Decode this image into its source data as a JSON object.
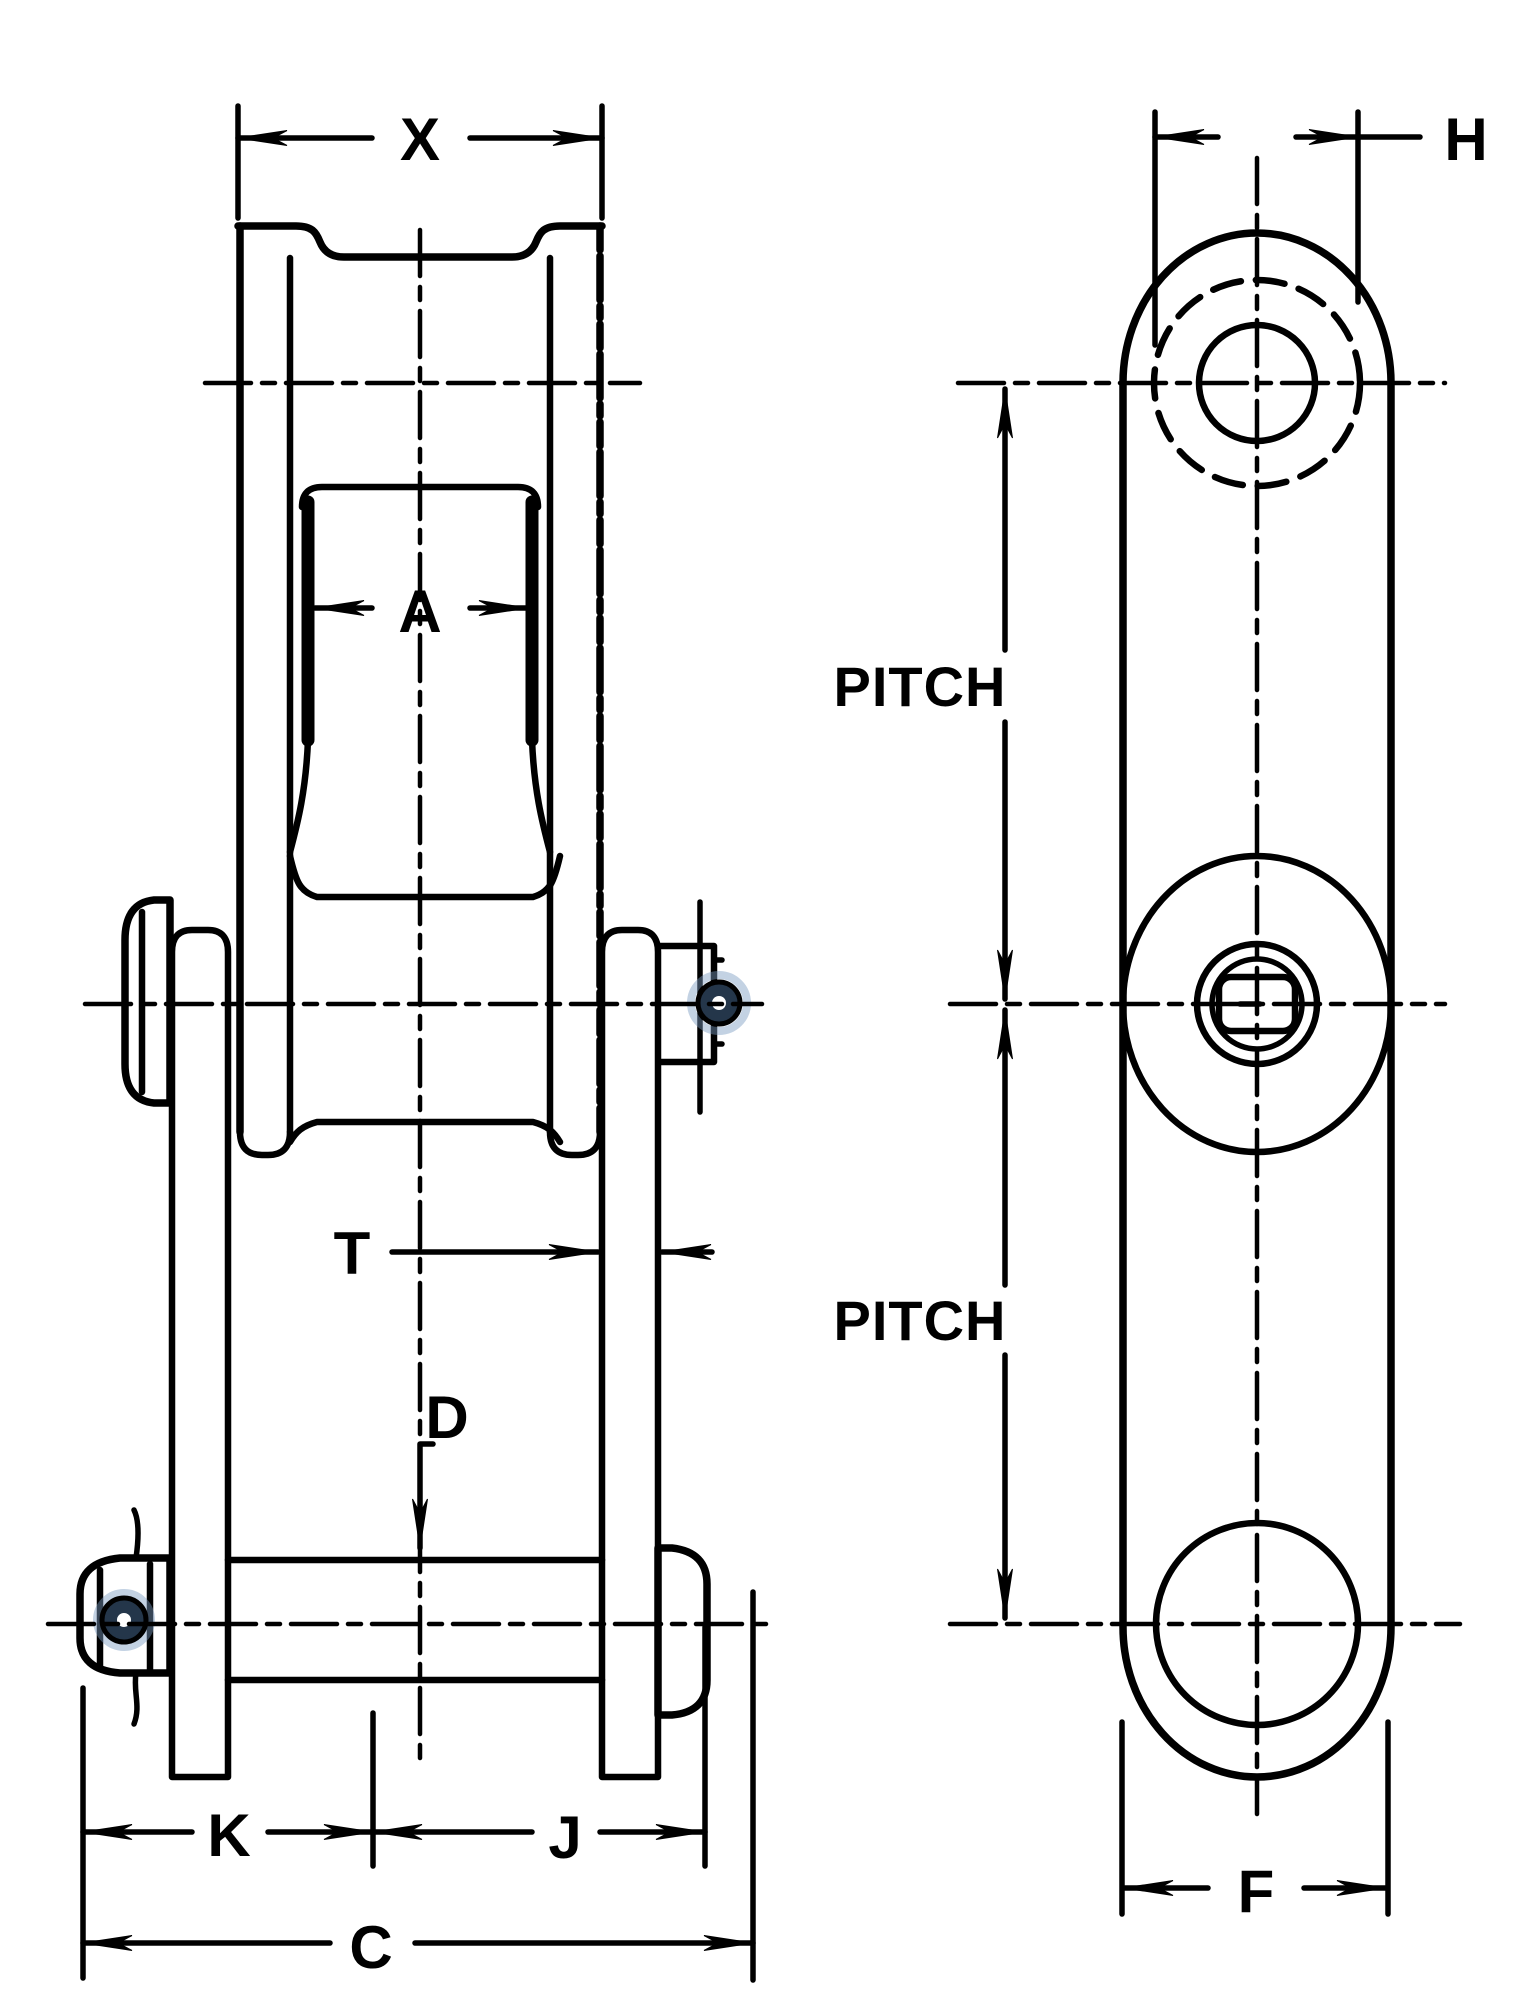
{
  "drawing": {
    "type": "technical-dimension-diagram",
    "subject": "chain link assembly, side view and front view",
    "colors": {
      "ink": "#000000",
      "paper": "#ffffff",
      "cotter_eye_dark": "#24364a",
      "cotter_halo_blue": "#7a9cc0"
    },
    "views": {
      "side_view": {
        "dim_labels": {
          "x": "X",
          "a": "A",
          "t": "T",
          "d": "D",
          "k": "K",
          "j": "J",
          "c": "C"
        }
      },
      "front_view": {
        "dim_labels": {
          "h": "H",
          "pitch_upper": "PITCH",
          "pitch_lower": "PITCH",
          "f": "F"
        }
      }
    }
  }
}
